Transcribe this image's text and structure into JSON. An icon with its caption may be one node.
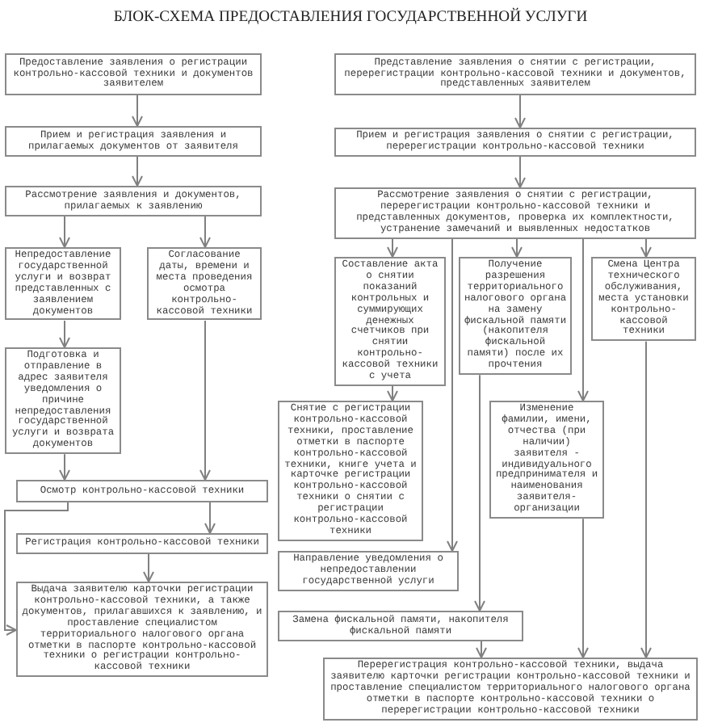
{
  "diagram": {
    "title": "БЛОК-СХЕМА ПРЕДОСТАВЛЕНИЯ ГОСУДАРСТВЕННОЙ УСЛУГИ",
    "nodes": [
      {
        "text": [
          "Предоставление заявления о регистрации контрольно-кассовой техники и документов заявителем"
        ]
      },
      {
        "text": [
          "Прием и регистрация заявления и прилагаемых документов от заявителя"
        ]
      },
      {
        "text": [
          "Рассмотрение заявления и документов, прилагаемых к заявлению"
        ]
      },
      {
        "text": [
          "Непредоставление государственной услуги и возврат представленных с заявлением документов"
        ]
      },
      {
        "text": [
          "Согласование даты, времени и места проведения осмотра контрольно-кассовой техники"
        ]
      },
      {
        "text": [
          "Подготовка и отправление в адрес заявителя уведомления о причине непредоставления государственной услуги и возврата документов"
        ]
      },
      {
        "text": [
          "Осмотр контрольно-кассовой техники"
        ]
      },
      {
        "text": [
          "Регистрация контрольно-кассовой техники"
        ]
      },
      {
        "text": [
          "Выдача заявителю карточки регистрации контрольно-кассовой техники, а также документов, прилагавшихся к заявлению, и проставление специалистом территориального налогового органа отметки в паспорте контрольно-кассовой техники о регистрации контрольно-кассовой техники"
        ]
      },
      {
        "text": [
          "Представление заявления о снятии с регистрации, перерегистрации контрольно-кассовой техники и документов, представленных заявителем"
        ]
      },
      {
        "text": [
          "Прием и регистрация заявления о снятии с регистрации, перерегистрации контрольно-кассовой техники"
        ]
      },
      {
        "text": [
          "Рассмотрение заявления о снятии с регистрации, перерегистрации контрольно-кассовой техники и представленных документов, проверка их комплектности, устранение замечаний и выявленных недостатков"
        ]
      },
      {
        "text": [
          "Составление акта о снятии показаний контрольных и суммирующих денежных счетчиков при снятии контрольно-кассовой техники с учета"
        ]
      },
      {
        "text": [
          "Получение разрешения территориального налогового органа на замену фискальной памяти (накопителя фискальной памяти) после их прочтения"
        ]
      },
      {
        "text": [
          "Смена Центра технического обслуживания, места установки контрольно-кассовой техники"
        ]
      },
      {
        "text": [
          "Снятие с регистрации контрольно-кассовой техники, проставление отметки в паспорте контрольно-кассовой техники, книге учета и карточке регистрации контрольно-кассовой техники о снятии с регистрации контрольно-кассовой техники"
        ]
      },
      {
        "text": [
          "Изменение фамилии, имени, отчества (при наличии) заявителя - индивидуального предпринимателя и наименования заявителя-организации"
        ]
      },
      {
        "text": [
          "Направление уведомления о непредоставлении государственной услуги"
        ]
      },
      {
        "text": [
          "Замена фискальной памяти, накопителя фискальной памяти"
        ]
      },
      {
        "text": [
          "Перерегистрация контрольно-кассовой техники, выдача заявителю карточки регистрации контрольно-кассовой техники и проставление специалистом территориального налогового органа отметки в паспорте контрольно-кассовой техники о перерегистрации контрольно-кассовой техники"
        ]
      }
    ],
    "edges": [
      {
        "from": 0,
        "to": 1,
        "arrow": "to"
      },
      {
        "from": 1,
        "to": 2,
        "arrow": "to"
      },
      {
        "from": 2,
        "to": 3,
        "arrow": "to"
      },
      {
        "from": 2,
        "to": 4,
        "arrow": "to"
      },
      {
        "from": 3,
        "to": 5,
        "arrow": "to"
      },
      {
        "from": 5,
        "to": 6,
        "arrow": "to"
      },
      {
        "from": 4,
        "to": 6,
        "arrow": "to"
      },
      {
        "from": 6,
        "to": 7,
        "arrow": "to"
      },
      {
        "from": 6,
        "to": 8,
        "arrow": "to"
      },
      {
        "from": 7,
        "to": 8,
        "arrow": "to"
      },
      {
        "from": 9,
        "to": 10,
        "arrow": "to"
      },
      {
        "from": 10,
        "to": 11,
        "arrow": "to"
      },
      {
        "from": 11,
        "to": 12,
        "arrow": "to"
      },
      {
        "from": 11,
        "to": 13,
        "arrow": "to"
      },
      {
        "from": 11,
        "to": 14,
        "arrow": "to"
      },
      {
        "from": 11,
        "to": 17,
        "arrow": "to"
      },
      {
        "from": 11,
        "to": 16,
        "arrow": "to"
      },
      {
        "from": 12,
        "to": 15,
        "arrow": "to"
      },
      {
        "from": 13,
        "to": 18,
        "arrow": "to"
      },
      {
        "from": 14,
        "to": 19,
        "arrow": "to"
      },
      {
        "from": 16,
        "to": 19,
        "arrow": "to"
      },
      {
        "from": 18,
        "to": 19,
        "arrow": "to"
      }
    ]
  }
}
